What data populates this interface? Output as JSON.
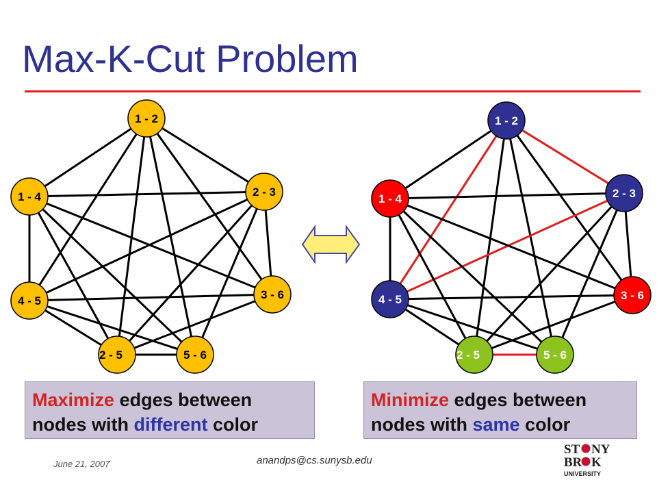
{
  "slide": {
    "title": "Max-K-Cut Problem",
    "date": "June 21, 2007",
    "email": "anandps@cs.sunysb.edu",
    "logo_text": "STONY BROOK UNIVERSITY"
  },
  "left_graph": {
    "nodes": [
      {
        "id": "12",
        "label": "1 - 2",
        "color": "#ffc000"
      },
      {
        "id": "23",
        "label": "2 - 3",
        "color": "#ffc000"
      },
      {
        "id": "36",
        "label": "3 - 6",
        "color": "#ffc000"
      },
      {
        "id": "56",
        "label": "5 - 6",
        "color": "#ffc000"
      },
      {
        "id": "25",
        "label": "2 - 5",
        "color": "#ffc000"
      },
      {
        "id": "45",
        "label": "4 - 5",
        "color": "#ffc000"
      },
      {
        "id": "14",
        "label": "1 - 4",
        "color": "#ffc000"
      }
    ],
    "edges": [
      [
        "12",
        "23",
        "black"
      ],
      [
        "12",
        "36",
        "black"
      ],
      [
        "12",
        "56",
        "black"
      ],
      [
        "12",
        "25",
        "black"
      ],
      [
        "12",
        "45",
        "black"
      ],
      [
        "12",
        "14",
        "black"
      ],
      [
        "23",
        "36",
        "black"
      ],
      [
        "23",
        "56",
        "black"
      ],
      [
        "23",
        "25",
        "black"
      ],
      [
        "23",
        "45",
        "black"
      ],
      [
        "23",
        "14",
        "black"
      ],
      [
        "36",
        "45",
        "black"
      ],
      [
        "36",
        "14",
        "black"
      ],
      [
        "36",
        "25",
        "black"
      ],
      [
        "56",
        "25",
        "black"
      ],
      [
        "56",
        "45",
        "black"
      ],
      [
        "56",
        "14",
        "black"
      ],
      [
        "25",
        "45",
        "black"
      ],
      [
        "25",
        "14",
        "black"
      ],
      [
        "45",
        "14",
        "black"
      ]
    ]
  },
  "right_graph": {
    "nodes": [
      {
        "id": "12",
        "label": "1 - 2",
        "color": "#2e3192",
        "text_color": "#ffffff"
      },
      {
        "id": "23",
        "label": "2 - 3",
        "color": "#2e3192",
        "text_color": "#ffffff"
      },
      {
        "id": "36",
        "label": "3 - 6",
        "color": "#ff0000",
        "text_color": "#ffffff"
      },
      {
        "id": "56",
        "label": "5 - 6",
        "color": "#8dc21f",
        "text_color": "#ffffff"
      },
      {
        "id": "25",
        "label": "2 - 5",
        "color": "#8dc21f",
        "text_color": "#ffffff"
      },
      {
        "id": "45",
        "label": "4 - 5",
        "color": "#2e3192",
        "text_color": "#ffffff"
      },
      {
        "id": "14",
        "label": "1 - 4",
        "color": "#ff0000",
        "text_color": "#ffffff"
      }
    ],
    "edges": [
      [
        "12",
        "23",
        "red"
      ],
      [
        "12",
        "36",
        "black"
      ],
      [
        "12",
        "56",
        "black"
      ],
      [
        "12",
        "25",
        "black"
      ],
      [
        "12",
        "45",
        "red"
      ],
      [
        "12",
        "14",
        "black"
      ],
      [
        "23",
        "36",
        "black"
      ],
      [
        "23",
        "56",
        "black"
      ],
      [
        "23",
        "25",
        "black"
      ],
      [
        "23",
        "45",
        "red"
      ],
      [
        "23",
        "14",
        "black"
      ],
      [
        "36",
        "45",
        "black"
      ],
      [
        "36",
        "14",
        "black"
      ],
      [
        "36",
        "25",
        "black"
      ],
      [
        "56",
        "25",
        "red"
      ],
      [
        "56",
        "45",
        "black"
      ],
      [
        "56",
        "14",
        "black"
      ],
      [
        "25",
        "45",
        "black"
      ],
      [
        "25",
        "14",
        "black"
      ],
      [
        "45",
        "14",
        "black"
      ]
    ]
  },
  "captions": {
    "left": {
      "highlight": "Maximize",
      "rest1": " edges between",
      "line2_pre": "nodes with ",
      "emphasis": "different",
      "line2_post": " color"
    },
    "right": {
      "highlight": "Minimize",
      "rest1": " edges between",
      "line2_pre": "nodes with ",
      "emphasis": "same",
      "line2_post": " color"
    }
  },
  "colors": {
    "title": "#2e3192",
    "rule": "#e41b1b",
    "edge_black": "#000000",
    "edge_red": "#e41b1b",
    "arrow_fill": "#ffef7a",
    "arrow_stroke": "#4a4aa0"
  },
  "icons": {
    "double_arrow": "double-arrow-icon"
  }
}
